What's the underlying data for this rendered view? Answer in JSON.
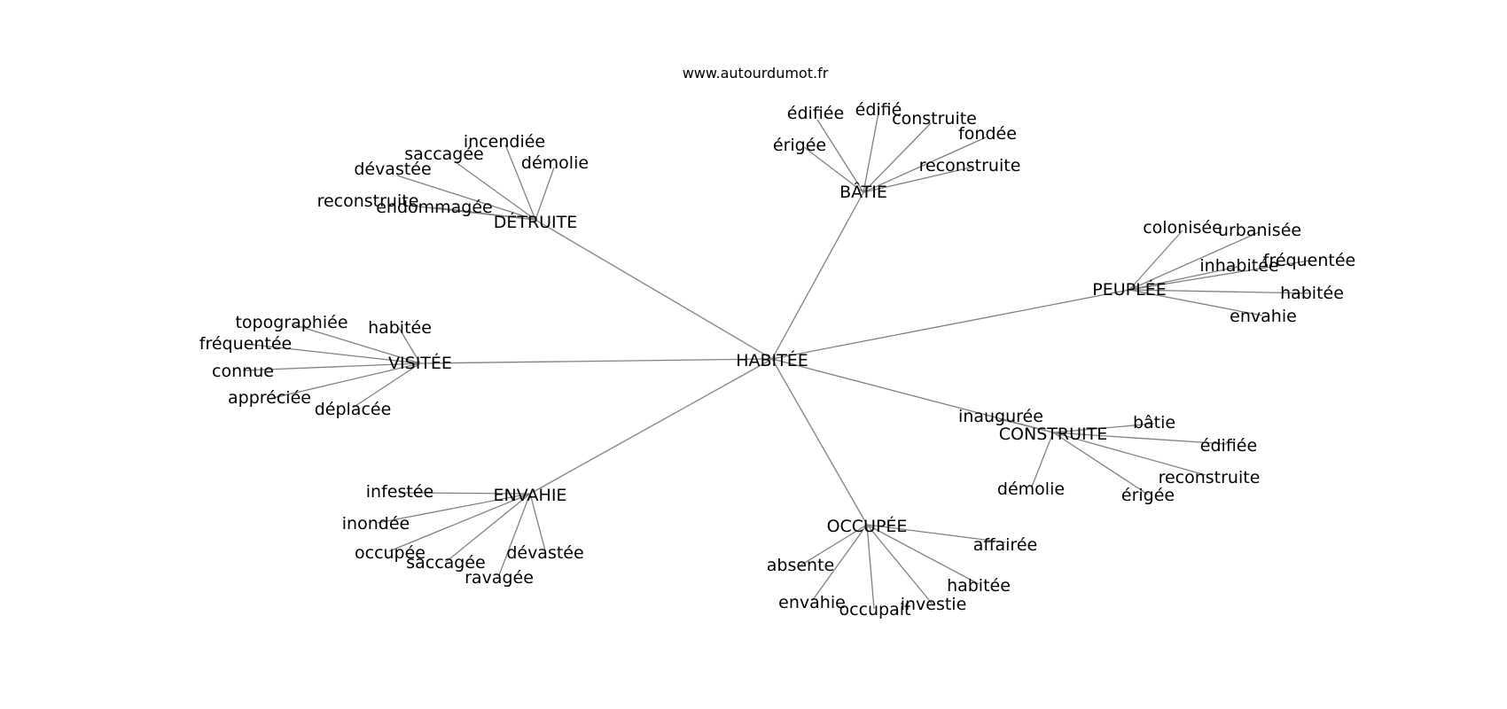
{
  "source": "www.autourdumot.fr",
  "center": {
    "id": "habitee",
    "label": "HABITÉE"
  },
  "clusters": [
    {
      "id": "detruite",
      "label": "DÉTRUITE",
      "leaves": [
        {
          "id": "detruite-reconstruite",
          "label": "reconstruite"
        },
        {
          "id": "detruite-endommagee",
          "label": "endommagée"
        },
        {
          "id": "detruite-devastee",
          "label": "dévastée"
        },
        {
          "id": "detruite-saccagee",
          "label": "saccagée"
        },
        {
          "id": "detruite-incendiee",
          "label": "incendiée"
        },
        {
          "id": "detruite-demolie",
          "label": "démolie"
        }
      ]
    },
    {
      "id": "batie",
      "label": "BÂTIE",
      "leaves": [
        {
          "id": "batie-erigee",
          "label": "érigée"
        },
        {
          "id": "batie-edifiee",
          "label": "édifiée"
        },
        {
          "id": "batie-edifie",
          "label": "édifié"
        },
        {
          "id": "batie-construite",
          "label": "construite"
        },
        {
          "id": "batie-fondee",
          "label": "fondée"
        },
        {
          "id": "batie-reconstruite",
          "label": "reconstruite"
        }
      ]
    },
    {
      "id": "peuplee",
      "label": "PEUPLÉE",
      "leaves": [
        {
          "id": "peuplee-colonisee",
          "label": "colonisée"
        },
        {
          "id": "peuplee-urbanisee",
          "label": "urbanisée"
        },
        {
          "id": "peuplee-inhabitee",
          "label": "inhabitée"
        },
        {
          "id": "peuplee-frequentee",
          "label": "fréquentée"
        },
        {
          "id": "peuplee-habitee",
          "label": "habitée"
        },
        {
          "id": "peuplee-envahie",
          "label": "envahie"
        }
      ]
    },
    {
      "id": "visitee",
      "label": "VISITÉE",
      "leaves": [
        {
          "id": "visitee-topographiee",
          "label": "topographiée"
        },
        {
          "id": "visitee-habitee",
          "label": "habitée"
        },
        {
          "id": "visitee-frequentee",
          "label": "fréquentée"
        },
        {
          "id": "visitee-connue",
          "label": "connue"
        },
        {
          "id": "visitee-appreciee",
          "label": "appréciée"
        },
        {
          "id": "visitee-deplacee",
          "label": "déplacée"
        }
      ]
    },
    {
      "id": "construite",
      "label": "CONSTRUITE",
      "leaves": [
        {
          "id": "construite-inauguree",
          "label": "inaugurée"
        },
        {
          "id": "construite-batie",
          "label": "bâtie"
        },
        {
          "id": "construite-edifiee",
          "label": "édifiée"
        },
        {
          "id": "construite-reconstruite",
          "label": "reconstruite"
        },
        {
          "id": "construite-erigee",
          "label": "érigée"
        },
        {
          "id": "construite-demolie",
          "label": "démolie"
        }
      ]
    },
    {
      "id": "envahie",
      "label": "ENVAHIE",
      "leaves": [
        {
          "id": "envahie-infestee",
          "label": "infestée"
        },
        {
          "id": "envahie-inondee",
          "label": "inondée"
        },
        {
          "id": "envahie-occupee",
          "label": "occupée"
        },
        {
          "id": "envahie-saccagee",
          "label": "saccagée"
        },
        {
          "id": "envahie-ravagee",
          "label": "ravagée"
        },
        {
          "id": "envahie-devastee",
          "label": "dévastée"
        }
      ]
    },
    {
      "id": "occupee",
      "label": "OCCUPÉE",
      "leaves": [
        {
          "id": "occupee-affairee",
          "label": "affairée"
        },
        {
          "id": "occupee-absente",
          "label": "absente"
        },
        {
          "id": "occupee-habitee",
          "label": "habitée"
        },
        {
          "id": "occupee-envahie",
          "label": "envahie"
        },
        {
          "id": "occupee-occupait",
          "label": "occupait"
        },
        {
          "id": "occupee-investie",
          "label": "investie"
        }
      ]
    }
  ]
}
